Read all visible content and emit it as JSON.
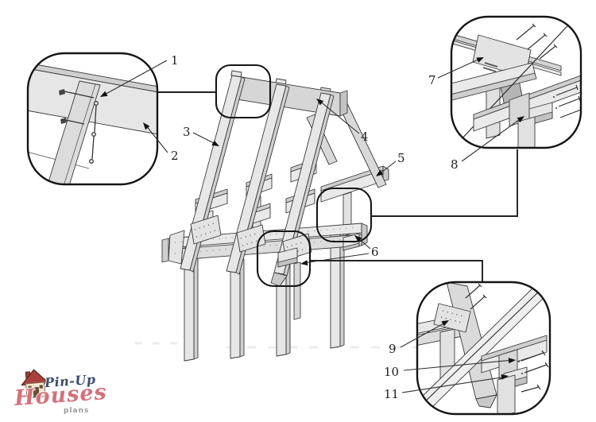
{
  "diagram": {
    "type": "construction-assembly-drawing",
    "subject": "roof framing assembly with enlarged joint details",
    "callouts": [
      "1",
      "2",
      "3",
      "4",
      "5",
      "6",
      "7",
      "8",
      "9",
      "10",
      "11"
    ],
    "detail_views": [
      {
        "id": "top-left",
        "callouts": [
          "1",
          "2"
        ]
      },
      {
        "id": "top-right",
        "callouts": [
          "7",
          "8"
        ]
      },
      {
        "id": "bottom-right",
        "callouts": [
          "9",
          "10",
          "11"
        ]
      }
    ],
    "highlighted_joints": [
      "ridge-left-end",
      "plate-right-connector",
      "rafter-tail-connector"
    ]
  },
  "logo": {
    "brand_top": "Pin-Up",
    "brand_main": "Houses",
    "tagline": "plans",
    "icon": "house-icon"
  },
  "colors": {
    "line": "#2b2b2b",
    "wood_light": "#e9e9e9",
    "wood_mid": "#d9d9d9",
    "wood_dark": "#c4c4c4",
    "logo_navy": "#3d4d6e",
    "logo_rose": "#d4717a",
    "logo_gray": "#9a9a9a",
    "background": "#ffffff"
  }
}
